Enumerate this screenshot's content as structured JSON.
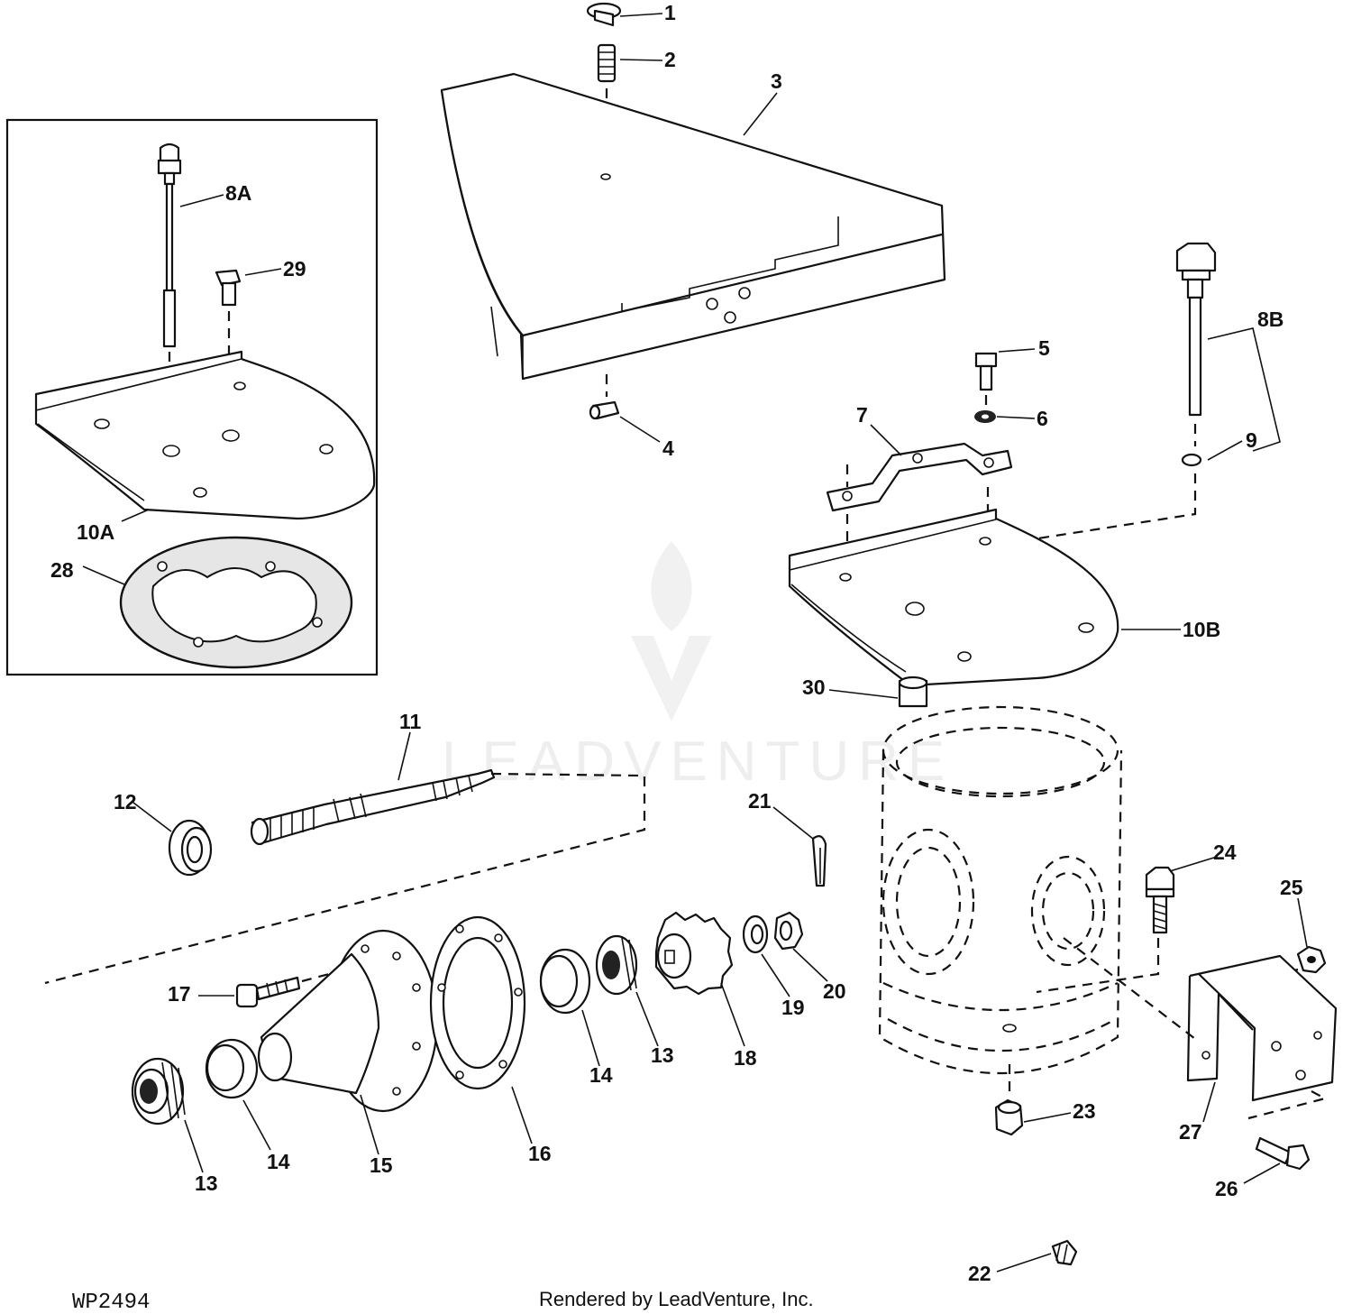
{
  "diagram": {
    "callouts": {
      "c1": "1",
      "c2": "2",
      "c3": "3",
      "c4": "4",
      "c5": "5",
      "c6": "6",
      "c7": "7",
      "c8a": "8A",
      "c8b": "8B",
      "c9": "9",
      "c10a": "10A",
      "c10b": "10B",
      "c11": "11",
      "c12": "12",
      "c13a": "13",
      "c13b": "13",
      "c14a": "14",
      "c14b": "14",
      "c15": "15",
      "c16": "16",
      "c17": "17",
      "c18": "18",
      "c19": "19",
      "c20": "20",
      "c21": "21",
      "c22": "22",
      "c23": "23",
      "c24": "24",
      "c25": "25",
      "c26": "26",
      "c27": "27",
      "c28": "28",
      "c29": "29",
      "c30": "30"
    },
    "drawing_code": "WP2494",
    "credit": "Rendered by LeadVenture, Inc.",
    "watermark_text": "LEADVENTURE"
  }
}
